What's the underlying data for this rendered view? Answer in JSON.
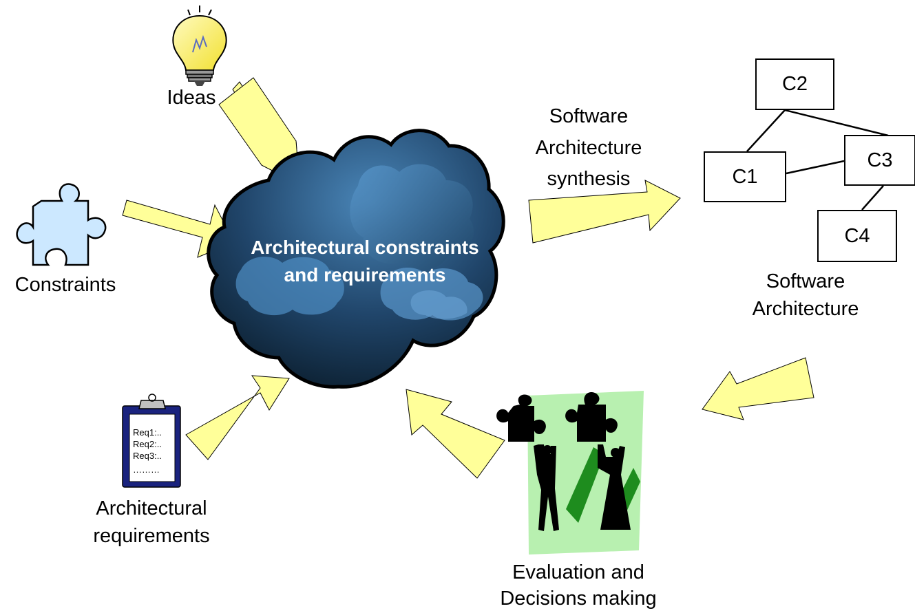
{
  "labels": {
    "ideas": "Ideas",
    "constraints": "Constraints",
    "arch_requirements_line1": "Architectural",
    "arch_requirements_line2": "requirements",
    "cloud_line1": "Architectural constraints",
    "cloud_line2": "and requirements",
    "synthesis_line1": "Software",
    "synthesis_line2": "Architecture",
    "synthesis_line3": "synthesis",
    "software_architecture_line1": "Software",
    "software_architecture_line2": "Architecture",
    "evaluation_line1": "Evaluation and",
    "evaluation_line2": "Decisions making"
  },
  "components": [
    "C1",
    "C2",
    "C3",
    "C4"
  ],
  "clipboard_lines": [
    "Req1:..",
    "Req2:..",
    "Req3:..",
    "………"
  ],
  "colors": {
    "arrow_fill": "#ffff99",
    "puzzle_fill": "#cce8ff",
    "cloud_dark": "#0a1c2b",
    "cloud_light": "#4a86b8",
    "clipboard_frame": "#1a237e",
    "figure_bg": "#b8f0b0",
    "figure_shadow": "#1e8c1e"
  }
}
